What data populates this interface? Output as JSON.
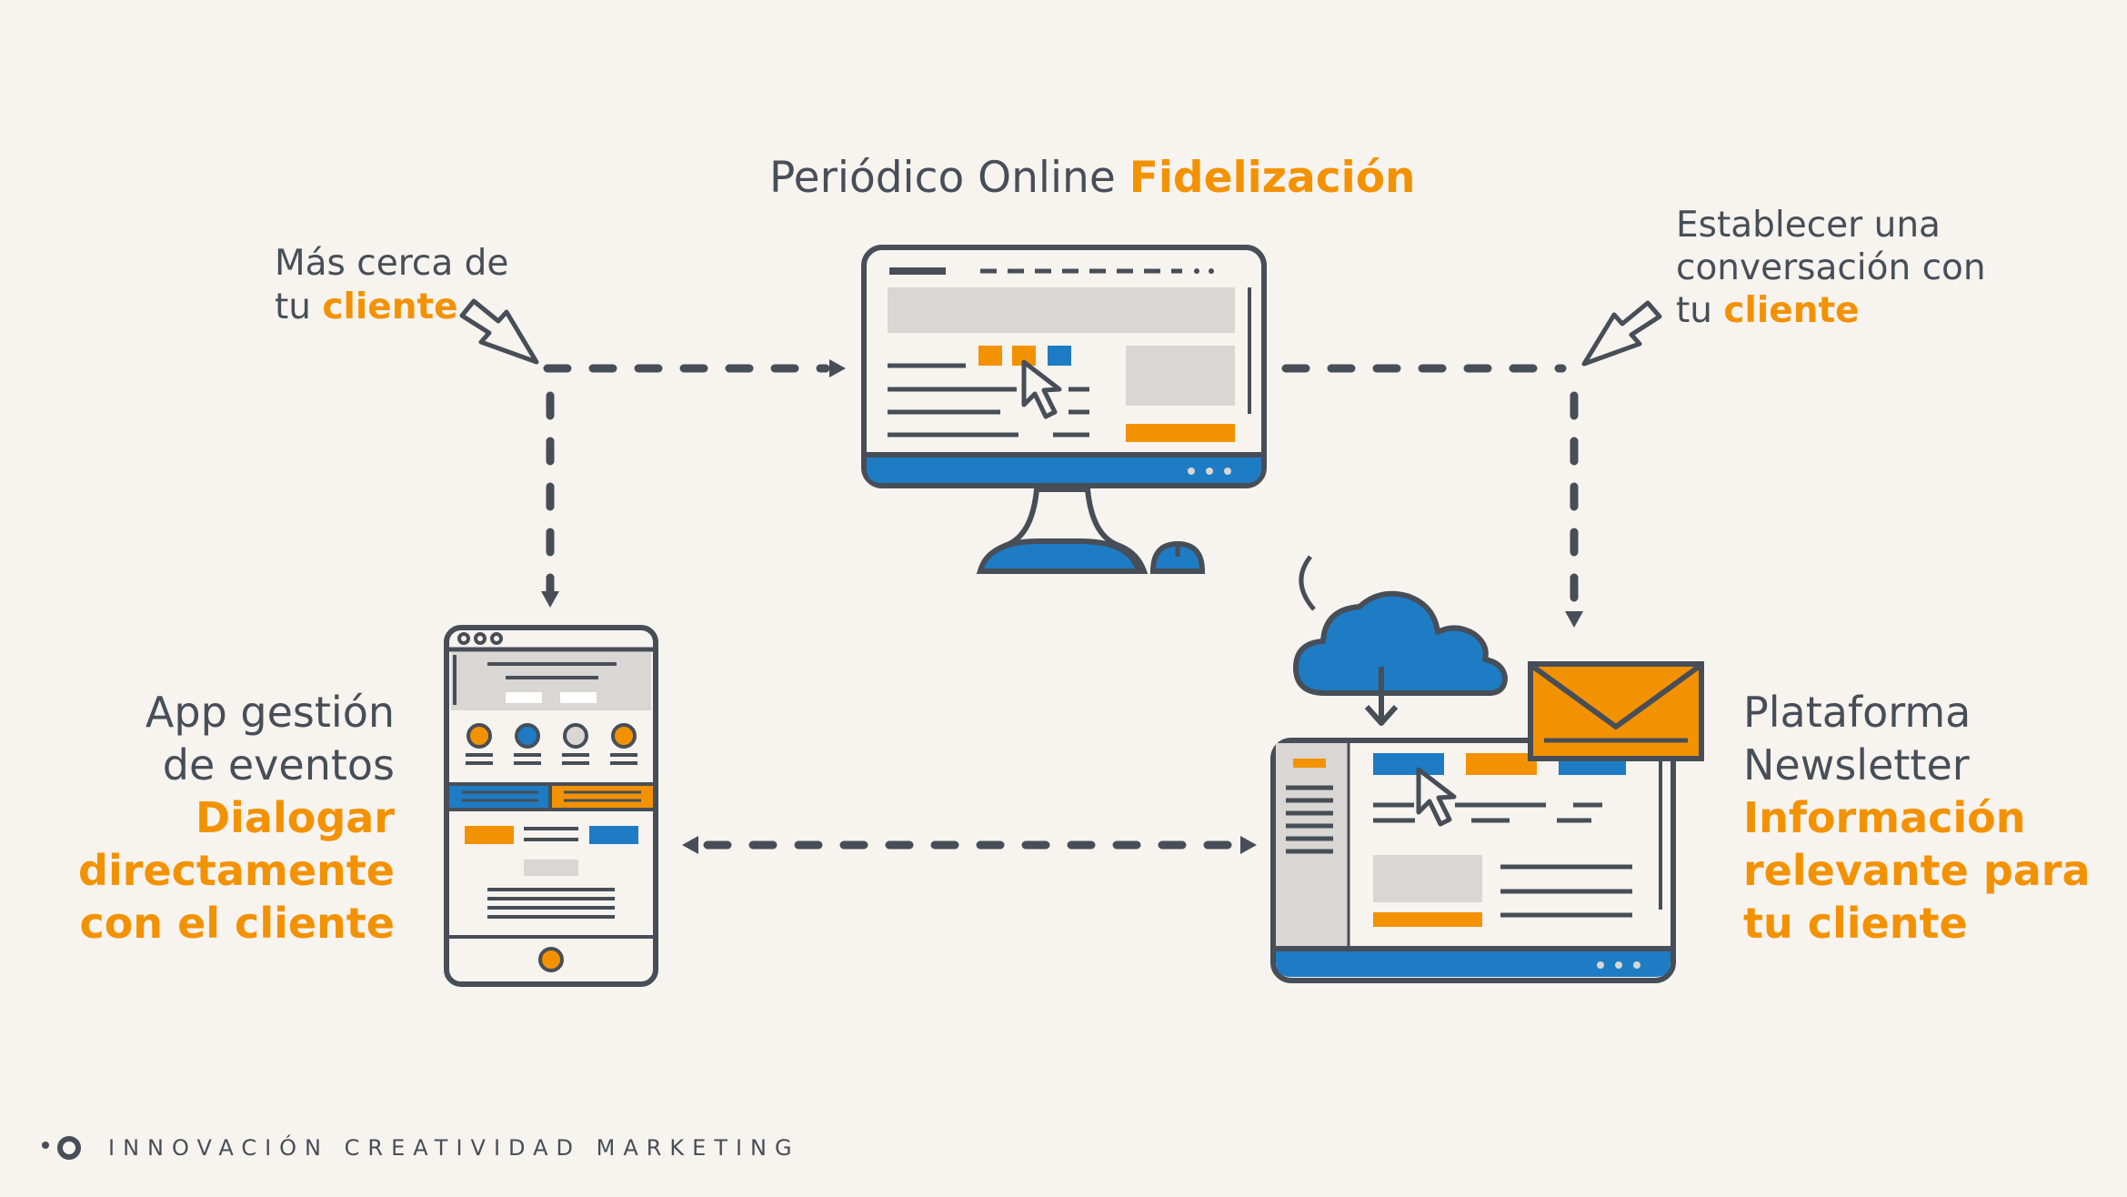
{
  "title": {
    "main": "Periódico Online",
    "highlight": "Fidelización"
  },
  "left_note": {
    "line1": "Más cerca de",
    "line2_prefix": "tu",
    "line2_highlight": "cliente"
  },
  "right_note": {
    "line1": "Establecer una",
    "line2": "conversación con",
    "line3_prefix": "tu",
    "line3_highlight": "cliente"
  },
  "app": {
    "line1": "App gestión",
    "line2": "de eventos",
    "highlight": [
      "Dialogar",
      "directamente",
      "con el cliente"
    ]
  },
  "newsletter": {
    "line1": "Plataforma",
    "line2": "Newsletter",
    "highlight": [
      "Información",
      "relevante para",
      "tu cliente"
    ]
  },
  "footer": {
    "text": "INNOVACIÓN CREATIVIDAD MARKETING"
  },
  "icons": [
    "desktop-monitor-icon",
    "mobile-phone-icon",
    "laptop-icon",
    "cloud-download-icon",
    "envelope-icon",
    "cursor-icon",
    "mouse-icon",
    "arrow-icon"
  ],
  "colors": {
    "accent": "#f39200",
    "blue": "#1d7cc4",
    "dark": "#474e57",
    "grey": "#d9d6d3",
    "background": "#f7f3ef"
  }
}
